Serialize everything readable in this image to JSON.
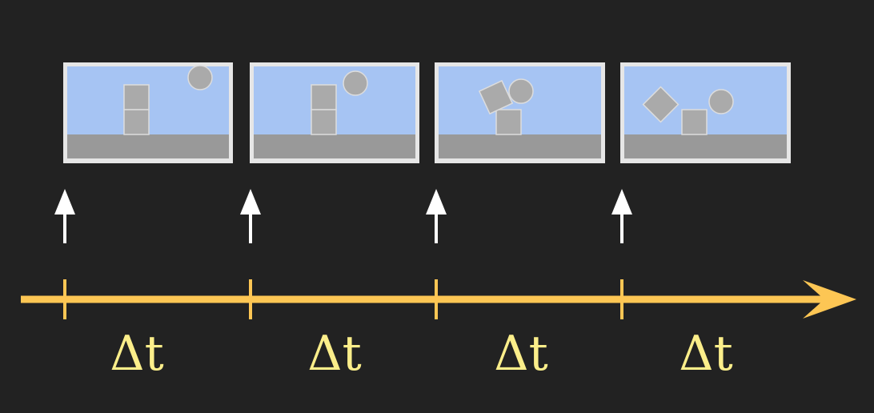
{
  "colors": {
    "background": "#222222",
    "frame_border": "#e6e6e6",
    "sky": "#a6c4f3",
    "ground": "#999999",
    "object_fill": "#aaaaaa",
    "object_stroke": "#dddddd",
    "marker_arrow": "#ffffff",
    "timeline": "#fdc654",
    "label": "#fbee8a"
  },
  "frames": [
    {
      "name": "frame-1",
      "scene": "stacked-blocks-ball-top-right"
    },
    {
      "name": "frame-2",
      "scene": "stacked-blocks-ball-touching"
    },
    {
      "name": "frame-3",
      "scene": "top-block-tipping"
    },
    {
      "name": "frame-4",
      "scene": "block-falling-aside"
    }
  ],
  "timeline": {
    "interval_label": "Δt",
    "interval_count": 4
  }
}
